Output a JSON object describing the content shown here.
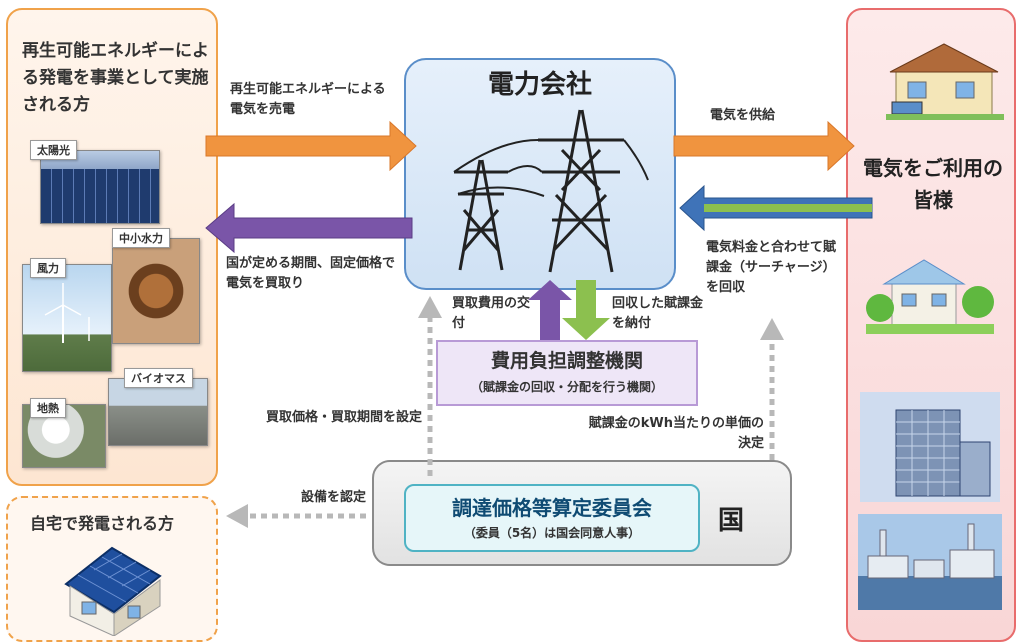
{
  "left_panel": {
    "title": "再生可能エネルギーによる発電を事業として実施される方",
    "tags": {
      "solar": "太陽光",
      "hydro": "中小水力",
      "wind": "風力",
      "biomass": "バイオマス",
      "geothermal": "地熱"
    },
    "home_title": "自宅で発電される方"
  },
  "company": {
    "title": "電力会社"
  },
  "right_panel": {
    "title": "電気をご利用の皆様"
  },
  "flows": {
    "sell_electricity": "再生可能エネルギーによる電気を売電",
    "buy_fixed_price": "国が定める期間、固定価格で電気を買取り",
    "supply_electricity": "電気を供給",
    "collect_surcharge": "電気料金と合わせて賦課金（サーチャージ）を回収",
    "purchase_cost_grant": "買取費用の交付",
    "pay_collected_surcharge": "回収した賦課金を納付",
    "set_price_period": "買取価格・買取期間を設定",
    "certify_equipment": "設備を認定",
    "decide_unit_price": "賦課金のkWh当たりの単価の決定"
  },
  "cost_agency": {
    "title": "費用負担調整機関",
    "subtitle": "（賦課金の回収・分配を行う機関）"
  },
  "government": {
    "label": "国",
    "committee_title": "調達価格等算定委員会",
    "committee_subtitle": "（委員（5名）は国会同意人事）"
  },
  "colors": {
    "orange_arrow": "#f0943f",
    "purple_arrow": "#7a55a8",
    "green_arrow": "#8cc04f",
    "blue_arrow": "#3f73b8",
    "dotted_arrow": "#b8b8b8"
  }
}
